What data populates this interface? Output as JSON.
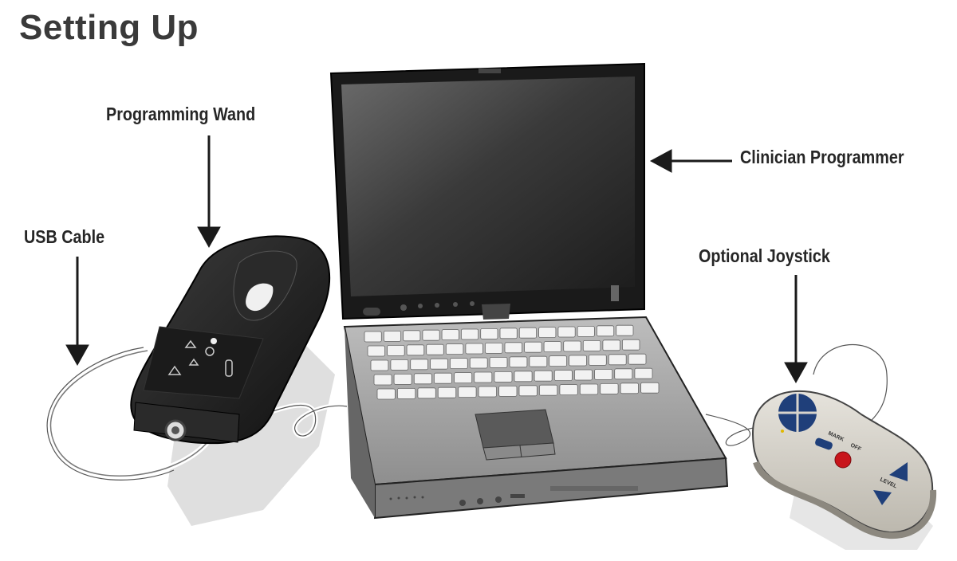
{
  "title": "Setting Up",
  "labels": {
    "programming_wand": "Programming Wand",
    "usb_cable": "USB Cable",
    "clinician_programmer": "Clinician Programmer",
    "optional_joystick": "Optional Joystick"
  },
  "joystick": {
    "mark": "MARK",
    "off": "OFF",
    "level": "LEVEL"
  },
  "colors": {
    "wand_body": "#1e1e1e",
    "laptop_screen": "#3c3c3c",
    "joystick_body": "#d8d4cc",
    "joystick_buttons": "#1f3f7a",
    "joystick_red_button": "#c8151b"
  }
}
